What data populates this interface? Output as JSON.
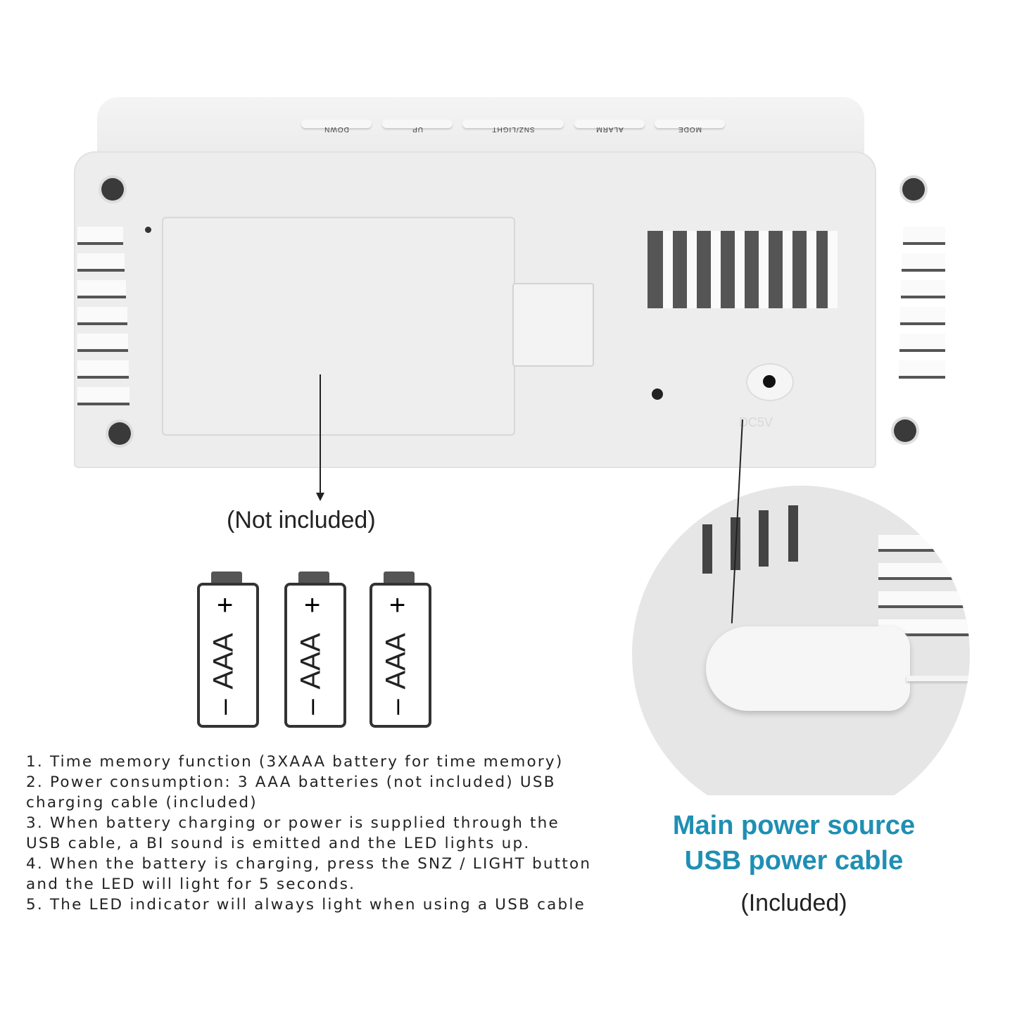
{
  "device": {
    "buttons": [
      "DOWN",
      "UP",
      "SNZ/LIGHT",
      "ALARM",
      "MODE"
    ],
    "port_label": "DC5V"
  },
  "battery_note": "(Not included)",
  "batteries": [
    {
      "label": "AAA",
      "plus": "+",
      "minus": "–"
    },
    {
      "label": "AAA",
      "plus": "+",
      "minus": "–"
    },
    {
      "label": "AAA",
      "plus": "+",
      "minus": "–"
    }
  ],
  "features": [
    "1. Time memory function (3XAAA battery for time memory)",
    "2. Power consumption: 3 AAA batteries (not included) USB\ncharging cable (included)",
    "3. When battery charging or power is supplied through the\nUSB cable, a BI sound is emitted and the LED lights up.",
    "4. When the battery is charging, press the SNZ / LIGHT button\nand the LED will light for 5 seconds.",
    "5. The LED indicator will always light when using a USB cable"
  ],
  "power": {
    "title_line1": "Main power source",
    "title_line2": "USB power cable",
    "note": "(Included)",
    "accent_color": "#1f8fb3"
  }
}
